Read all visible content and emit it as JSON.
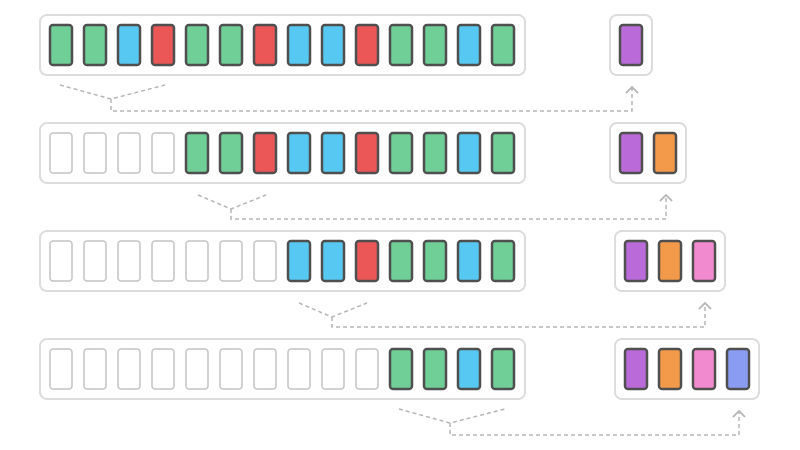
{
  "colors": {
    "green": "#6fcf97",
    "blue": "#56c8f2",
    "red": "#eb5757",
    "purple": "#bb6bd9",
    "orange": "#f2994a",
    "pink": "#f28ad0",
    "periwinkle": "#8a9cf2",
    "token_border": "#4f4f4f",
    "empty_border": "#c4c4c4",
    "panel_border": "#dcdcdc",
    "connector": "#b5b5b5"
  },
  "rows": [
    {
      "sequence": [
        "green",
        "green",
        "blue",
        "red",
        "green",
        "green",
        "red",
        "blue",
        "blue",
        "red",
        "green",
        "green",
        "blue",
        "green"
      ],
      "empty_slots": 0,
      "output": [
        "purple"
      ]
    },
    {
      "sequence": [
        "green",
        "green",
        "red",
        "blue",
        "blue",
        "red",
        "green",
        "green",
        "blue",
        "green"
      ],
      "empty_slots": 4,
      "output": [
        "purple",
        "orange"
      ]
    },
    {
      "sequence": [
        "blue",
        "blue",
        "red",
        "green",
        "green",
        "blue",
        "green"
      ],
      "empty_slots": 7,
      "output": [
        "purple",
        "orange",
        "pink"
      ]
    },
    {
      "sequence": [
        "green",
        "green",
        "blue",
        "green"
      ],
      "empty_slots": 10,
      "output": [
        "purple",
        "orange",
        "pink",
        "periwinkle"
      ]
    }
  ]
}
